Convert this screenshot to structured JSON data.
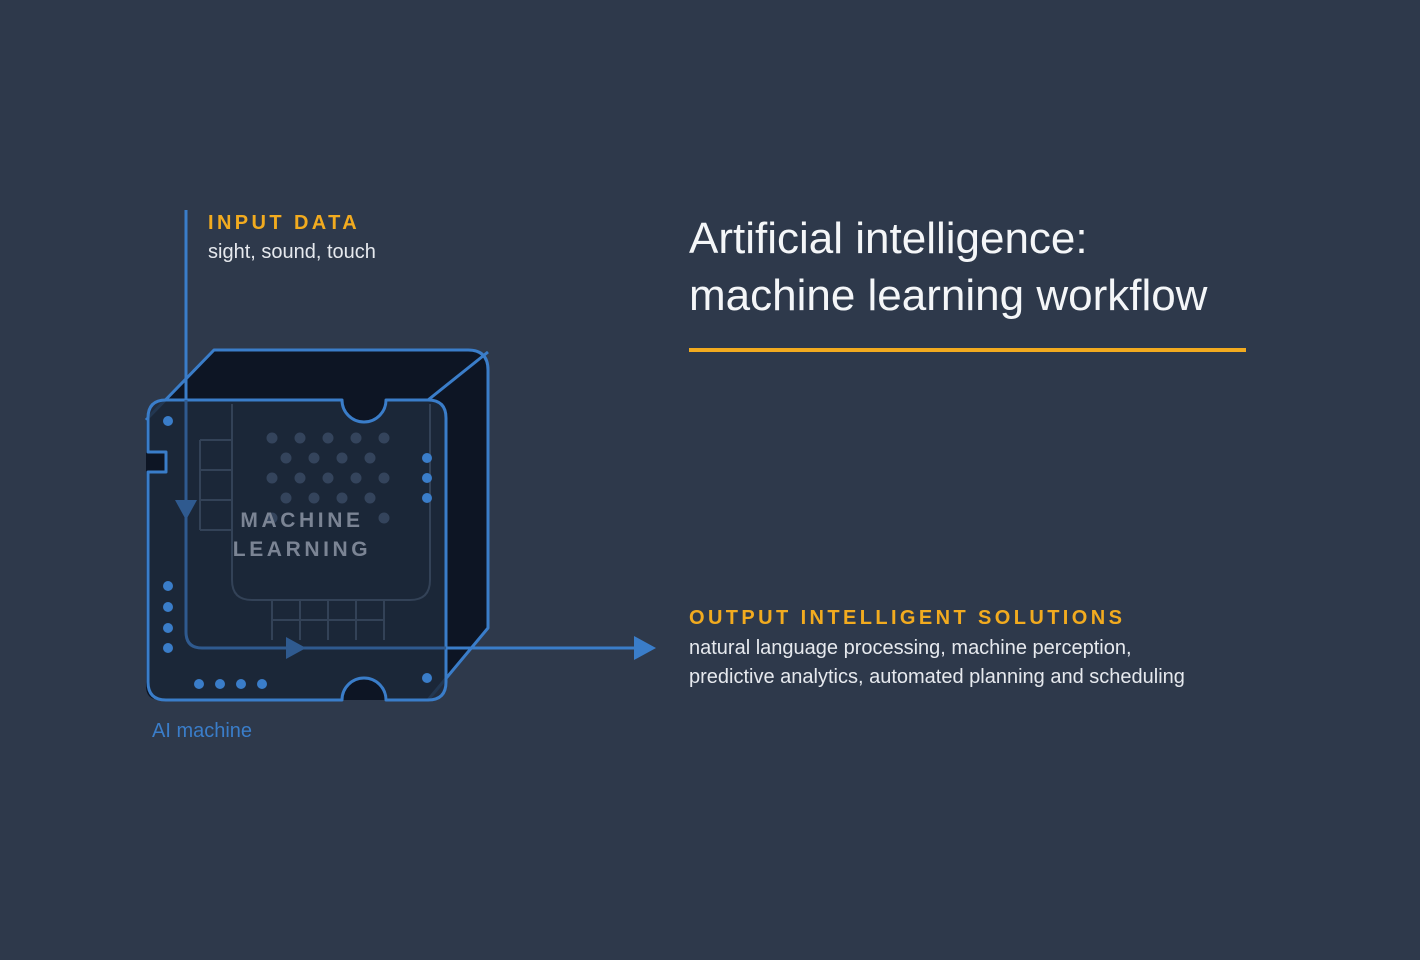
{
  "title": {
    "line1": "Artificial intelligence:",
    "line2": "machine learning workflow"
  },
  "input": {
    "heading": "INPUT DATA",
    "description": "sight, sound, touch"
  },
  "chip": {
    "line1": "MACHINE",
    "line2": "LEARNING",
    "caption": "AI machine"
  },
  "output": {
    "heading": "OUTPUT INTELLIGENT SOLUTIONS",
    "line1": "natural language processing, machine perception,",
    "line2": "predictive analytics, automated planning and scheduling"
  },
  "colors": {
    "background": "#2e394b",
    "accent": "#f2ab1f",
    "line_blue": "#3a7dc9",
    "chip_dark": "#0f1726"
  }
}
